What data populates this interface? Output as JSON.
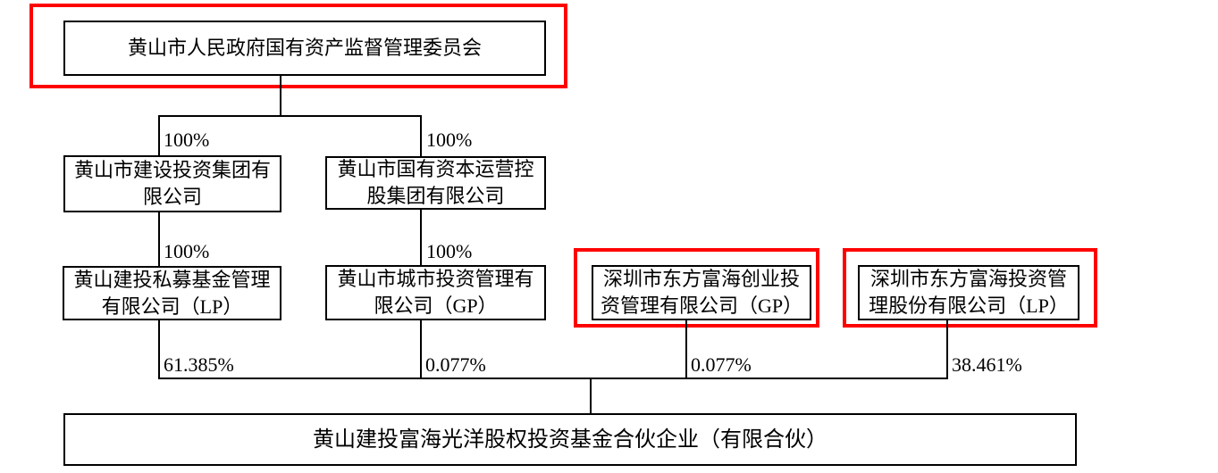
{
  "diagram_type": "equity-structure-org-chart",
  "nodes": {
    "root": {
      "label": "黄山市人民政府国有资产监督管理委员会",
      "highlighted": true
    },
    "l2a": {
      "label": "黄山市建设投资集团有限公司",
      "pct_from_parent": "100%"
    },
    "l2b": {
      "label": "黄山市国有资本运营控股集团有限公司",
      "pct_from_parent": "100%"
    },
    "l3a": {
      "label": "黄山建投私募基金管理有限公司（LP）",
      "pct_from_parent": "100%",
      "stake_in_fund": "61.385%"
    },
    "l3b": {
      "label": "黄山市城市投资管理有限公司（GP）",
      "pct_from_parent": "100%",
      "stake_in_fund": "0.077%"
    },
    "l3c": {
      "label": "深圳市东方富海创业投资管理有限公司（GP）",
      "highlighted": true,
      "stake_in_fund": "0.077%"
    },
    "l3d": {
      "label": "深圳市东方富海投资管理股份有限公司（LP）",
      "highlighted": true,
      "stake_in_fund": "38.461%"
    },
    "fund": {
      "label": "黄山建投富海光洋股权投资基金合伙企业（有限合伙）"
    }
  },
  "colors": {
    "line": "#000000",
    "box_border": "#000000",
    "highlight_box": "#ff0000",
    "background": "#ffffff",
    "text": "#000000"
  }
}
